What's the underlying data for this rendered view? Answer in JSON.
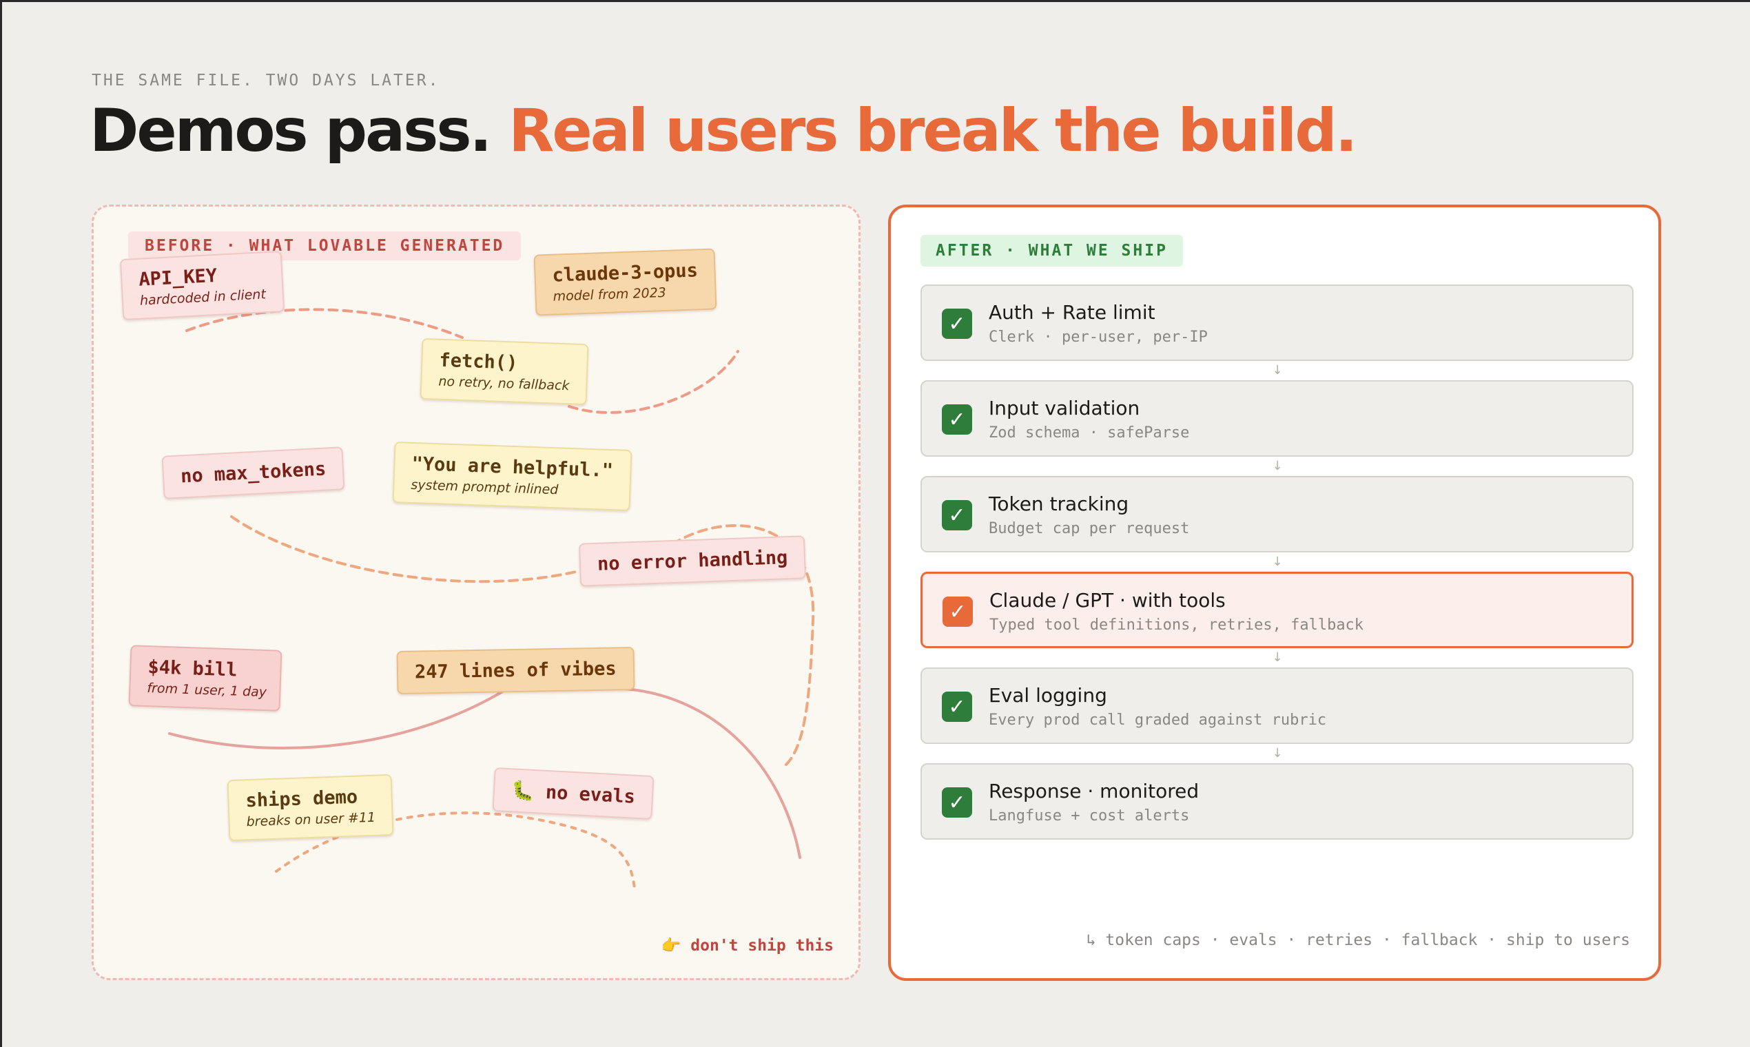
{
  "eyebrow": "THE SAME FILE. TWO DAYS LATER.",
  "headline": {
    "dark": "Demos pass.",
    "accent": "Real users break the build."
  },
  "colors": {
    "accent": "#e8693a",
    "success": "#2e7d3a",
    "danger": "#c0453f",
    "background": "#f0eeea"
  },
  "before": {
    "badge": "BEFORE · WHAT LOVABLE GENERATED",
    "notes": [
      {
        "code": "API_KEY",
        "note": "hardcoded in client"
      },
      {
        "code": "claude-3-opus",
        "note": "model from 2023"
      },
      {
        "code": "fetch()",
        "note": "no retry, no fallback"
      },
      {
        "code": "no max_tokens",
        "note": ""
      },
      {
        "code": "\"You are helpful.\"",
        "note": "system prompt inlined"
      },
      {
        "code": "no error handling",
        "note": ""
      },
      {
        "code": "$4k bill",
        "note": "from 1 user, 1 day"
      },
      {
        "code": "247 lines of vibes",
        "note": ""
      },
      {
        "code": "ships demo",
        "note": "breaks on user #11"
      },
      {
        "code": "no evals",
        "note": ""
      }
    ],
    "bug_icon": "🐛",
    "footer_icon": "👉",
    "footer": "don't ship this"
  },
  "after": {
    "badge": "AFTER · WHAT WE SHIP",
    "check_icon": "✓",
    "arrow_icon": "↓",
    "steps": [
      {
        "title": "Auth + Rate limit",
        "sub": "Clerk · per-user, per-IP"
      },
      {
        "title": "Input validation",
        "sub": "Zod schema · safeParse"
      },
      {
        "title": "Token tracking",
        "sub": "Budget cap per request"
      },
      {
        "title": "Claude / GPT · with tools",
        "sub": "Typed tool definitions, retries, fallback"
      },
      {
        "title": "Eval logging",
        "sub": "Every prod call graded against rubric"
      },
      {
        "title": "Response · monitored",
        "sub": "Langfuse + cost alerts"
      }
    ],
    "footer": "↳ token caps · evals · retries · fallback · ship to users"
  }
}
